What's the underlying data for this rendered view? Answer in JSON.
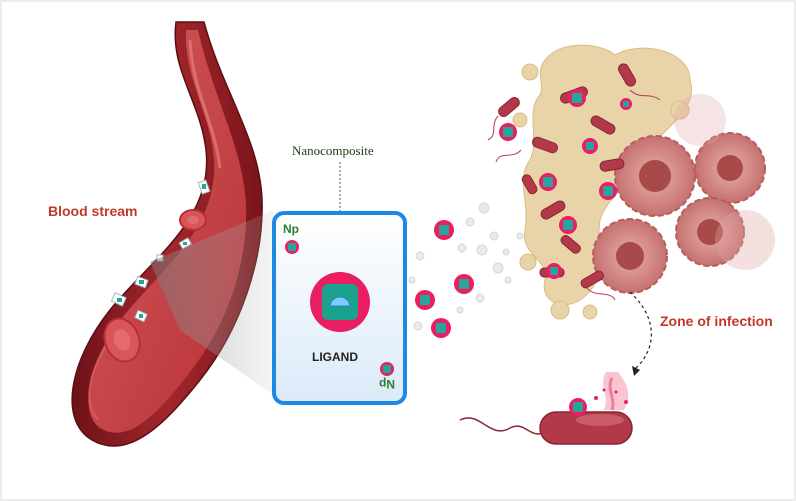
{
  "labels": {
    "blood_stream": "Blood stream",
    "nanocomposite": "Nanocomposite",
    "zone_of_infection": "Zone of infection",
    "ligand": "LIGAND",
    "np_top": "Np",
    "np_bottom": "Np"
  },
  "colors": {
    "vessel_outer": "#8e1b22",
    "vessel_inner": "#c13a3f",
    "nanoparticle": "#e91e63",
    "particle_core": "#26a69a",
    "card_border": "#1e88e5",
    "bacteria": "#b23a48",
    "infected_cell": "#c97b7b",
    "biofilm": "#e7cfa3",
    "label_red": "#c0392b",
    "label_green": "#2e7d32"
  }
}
